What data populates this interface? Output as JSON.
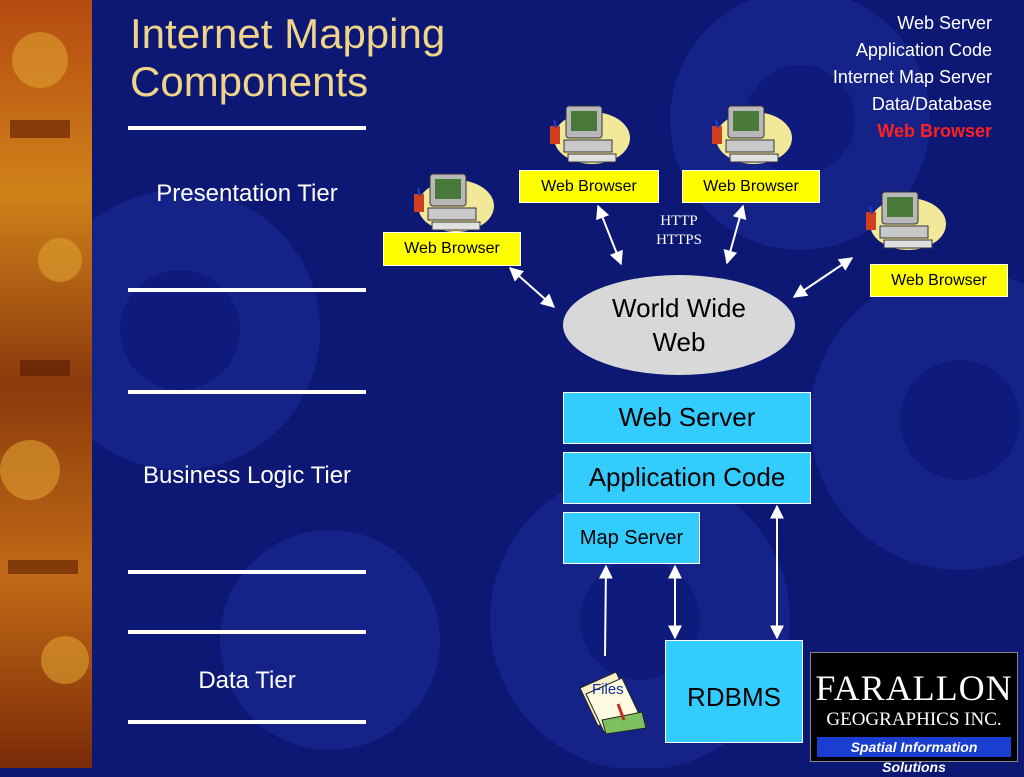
{
  "title": {
    "line1": "Internet Mapping",
    "line2": "Components"
  },
  "legend": {
    "items": [
      "Web Server",
      "Application Code",
      "Internet Map Server",
      "Data/Database"
    ],
    "highlight": "Web Browser"
  },
  "tiers": {
    "presentation": "Presentation Tier",
    "business": "Business Logic Tier",
    "data": "Data Tier"
  },
  "browsers": {
    "label": "Web Browser"
  },
  "protocol": {
    "line1": "HTTP",
    "line2": "HTTPS"
  },
  "www": {
    "line1": "World Wide",
    "line2": "Web"
  },
  "servers": {
    "web_server": "Web Server",
    "application_code": "Application Code",
    "map_server": "Map Server"
  },
  "data": {
    "files": "Files",
    "rdbms": "RDBMS"
  },
  "logo": {
    "line1": "FARALLON",
    "line2": "GEOGRAPHICS INC.",
    "tagline": "Spatial Information Solutions"
  },
  "colors": {
    "background": "#0c1873",
    "title": "#f0d48a",
    "browser_box": "#ffff00",
    "server_box": "#33ccff",
    "highlight": "#ff2020"
  }
}
